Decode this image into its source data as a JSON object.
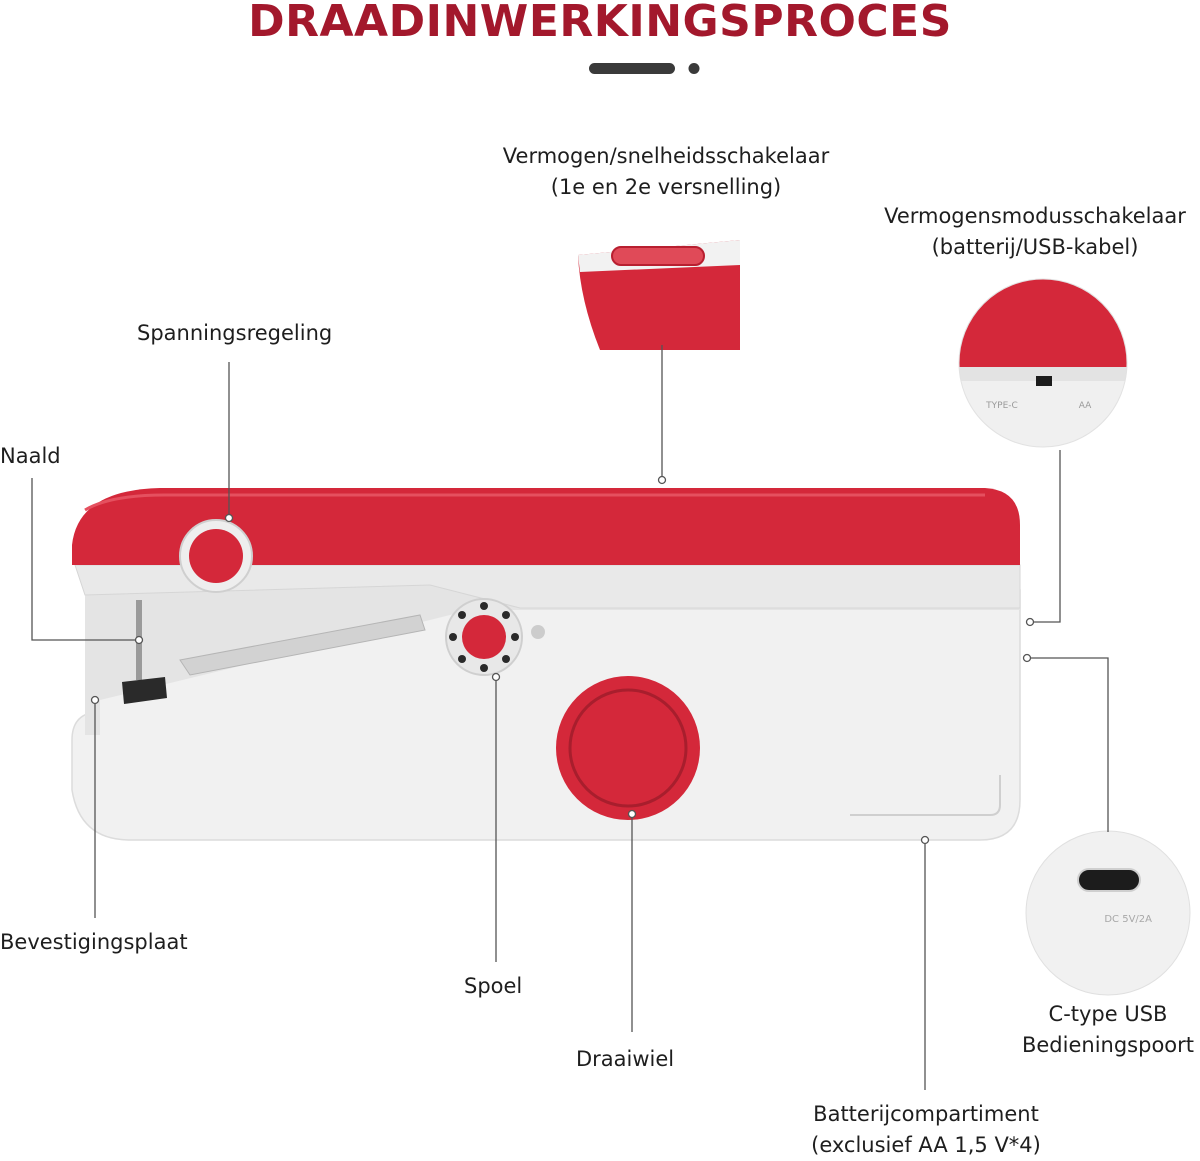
{
  "title": "DRAADINWERKINGSPROCES",
  "colors": {
    "title": "#a3182c",
    "accent_red": "#d4283a",
    "body_white": "#f1f1f1",
    "leader_line": "#555555"
  },
  "labels": {
    "speed_switch": {
      "line1": "Vermogen/snelheidsschakelaar",
      "line2": "(1e en 2e versnelling)"
    },
    "mode_switch": {
      "line1": "Vermogensmodusschakelaar",
      "line2": "(batterij/USB-kabel)"
    },
    "tension": "Spanningsregeling",
    "needle": "Naald",
    "plate": "Bevestigingsplaat",
    "bobbin": "Spoel",
    "handwheel": "Draaiwiel",
    "usb": {
      "line1": "C-type USB",
      "line2": "Bedieningspoort"
    },
    "battery": {
      "line1": "Batterijcompartiment",
      "line2": "(exclusief AA 1,5 V*4)"
    }
  },
  "inset_markings": {
    "mode_left": "TYPE-C",
    "mode_right": "AA",
    "usb_rating": "DC 5V/2A"
  }
}
